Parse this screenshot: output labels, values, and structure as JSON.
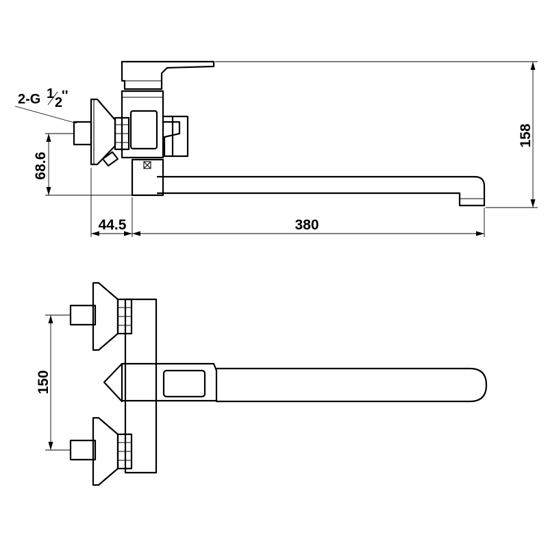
{
  "dimensions": {
    "thread_prefix": "2-G",
    "thread_fraction_num": "1",
    "thread_fraction_den": "2",
    "thread_suffix": "''",
    "height_total": "158",
    "height_outlet": "68.6",
    "offset": "44.5",
    "spout_reach": "380",
    "center_distance": "150"
  }
}
